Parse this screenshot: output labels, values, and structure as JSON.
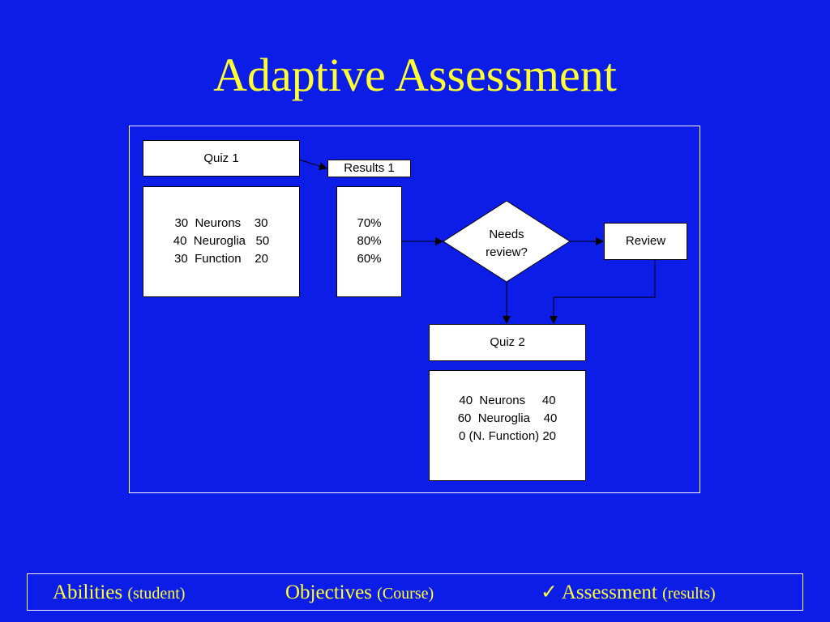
{
  "slide": {
    "title": "Adaptive Assessment"
  },
  "diagram": {
    "quiz1": {
      "label": "Quiz 1"
    },
    "quiz1_details": [
      "30  Neurons    30",
      "40  Neuroglia   50",
      "30  Function    20"
    ],
    "results1": {
      "label": "Results 1"
    },
    "results1_values": [
      "70%",
      "80%",
      "60%"
    ],
    "decision": {
      "label": "Needs\nreview?"
    },
    "review": {
      "label": "Review"
    },
    "quiz2": {
      "label": "Quiz 2"
    },
    "quiz2_details": [
      "40  Neurons     40",
      "60  Neuroglia    40",
      "0 (N. Function) 20"
    ]
  },
  "footer": {
    "abilities": {
      "main": "Abilities",
      "sub": "(student)"
    },
    "objectives": {
      "main": "Objectives",
      "sub": "(Course)"
    },
    "assessment": {
      "check": "✓",
      "main": "Assessment",
      "sub": "(results)"
    }
  },
  "colors": {
    "background": "#0d1de8",
    "title": "#ffff33",
    "box": "#ffffff",
    "border": "#000000"
  }
}
